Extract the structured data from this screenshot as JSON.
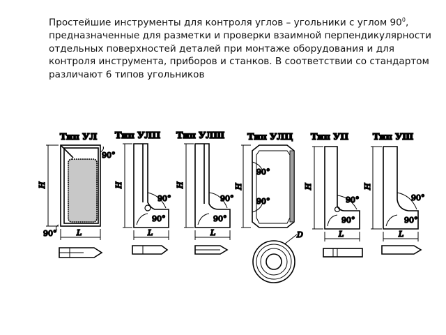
{
  "intro": {
    "prefix": "Простейшие инструменты для контроля углов – угольники с углом 90",
    "superscript": "0",
    "suffix": ", предназначенные для разметки и проверки взаимной перпендикулярности отдельных поверхностей деталей при монтаже оборудования и для контроля инструмента, приборов и станков. В соответствии со стандартом различают 6 типов угольников"
  },
  "figure": {
    "types": [
      "Тип УЛ",
      "Тип УЛП",
      "Тип УЛШ",
      "Тип УЛЦ",
      "Тип УП",
      "Тип УШ"
    ],
    "height_symbol": "H",
    "length_symbol": "L",
    "diameter_symbol": "D",
    "angle_label": "90°"
  }
}
